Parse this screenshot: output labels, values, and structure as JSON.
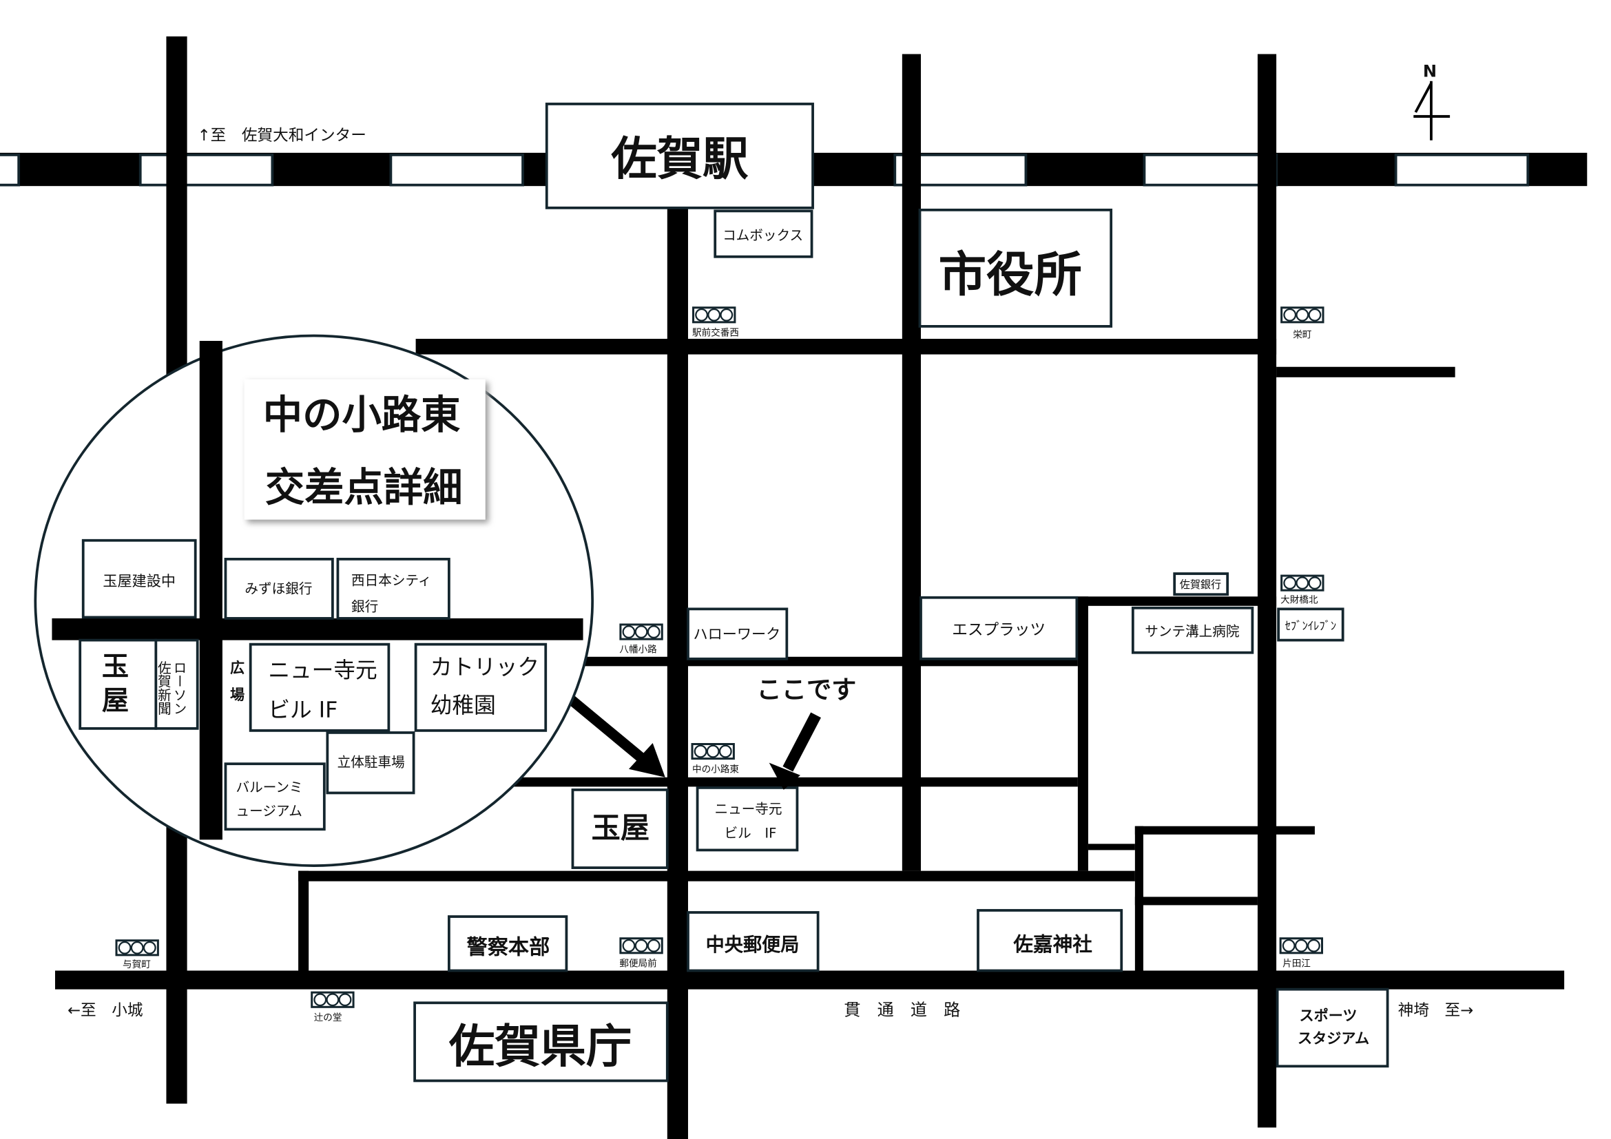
{
  "map": {
    "north": "N",
    "station": "佐賀駅",
    "city_hall": "市役所",
    "pref_office": "佐賀県庁",
    "to_yamato": "↑至　佐賀大和インター",
    "to_ogi": "←至　小城",
    "to_kanzaki": "神埼　至→",
    "main_road": "貫　通　道　路",
    "here": "ここです",
    "places": {
      "combox": "コムボックス",
      "hellowork": "ハローワーク",
      "esplats": "エスプラッツ",
      "saga_bank": "佐賀銀行",
      "sante": "サンテ溝上病院",
      "seven": "ｾﾌﾞﾝｲﾚﾌﾞﾝ",
      "new_teramoto_1": "ニュー寺元",
      "new_teramoto_2": "ビル　IF",
      "tamaya": "玉屋",
      "police": "警察本部",
      "post": "中央郵便局",
      "shrine": "佐嘉神社",
      "stadium_1": "スポーツ",
      "stadium_2": "スタジアム"
    },
    "signals": {
      "ekimae": "駅前交番西",
      "sakae": "栄町",
      "ozai": "大財橋北",
      "yawata": "八幡小路",
      "nakano": "中の小路東",
      "yoga": "与賀町",
      "yubin": "郵便局前",
      "katata": "片田江",
      "tsuji": "辻の堂"
    },
    "detail": {
      "title_1": "中の小路東",
      "title_2": "交差点詳細",
      "tamaya_building": "玉屋建設中",
      "mizuho": "みずほ銀行",
      "nishi_1": "西日本シティ",
      "nishi_2": "銀行",
      "tamaya_1": "玉",
      "tamaya_2": "屋",
      "saga_news": "佐賀新聞",
      "lawson": "ローソン",
      "plaza": "広場",
      "new_1": "ニュー寺元",
      "new_2": "ビル IF",
      "cath_1": "カトリック",
      "cath_2": "幼稚園",
      "parking": "立体駐車場",
      "balloon_1": "バルーンミ",
      "balloon_2": "ュージアム"
    }
  }
}
